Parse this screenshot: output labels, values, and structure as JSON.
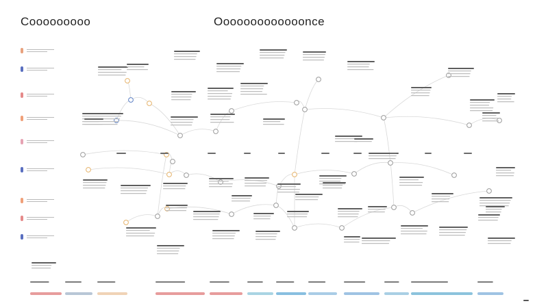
{
  "title_left": "Cooooooooo",
  "title_center": "Ooooooooooooonce",
  "colors": {
    "line": "#d8d8d8",
    "node_warm": "#e6b36a",
    "node_blue": "#5b7fc4",
    "node_gray": "#9a9a9a",
    "text": "#1f1f1f"
  },
  "legend_items": [
    {
      "icon": "square-swatch",
      "color": "#e8a27e"
    },
    {
      "icon": "square-swatch",
      "color": "#5a6fc0"
    },
    {
      "icon": "square-swatch",
      "color": "#e58a8a"
    },
    {
      "icon": "square-swatch",
      "color": "#f0a079"
    },
    {
      "icon": "square-swatch",
      "color": "#e6a3b3"
    },
    {
      "icon": "square-swatch",
      "color": "#5a6fc0"
    },
    {
      "icon": "square-swatch",
      "color": "#f0a079"
    },
    {
      "icon": "square-swatch",
      "color": "#e58a8a"
    },
    {
      "icon": "square-swatch",
      "color": "#5a6fc0"
    }
  ],
  "stage_colors": [
    "#e79c9c",
    "#b8c6d6",
    "#f0d3b6",
    "#e79c9c",
    "#e79c9c",
    "#a9d4e3",
    "#88bfe0",
    "#a9cce6",
    "#9fc3e3",
    "#a9cfe4",
    "#8cc3dc",
    "#9fc3e3"
  ]
}
